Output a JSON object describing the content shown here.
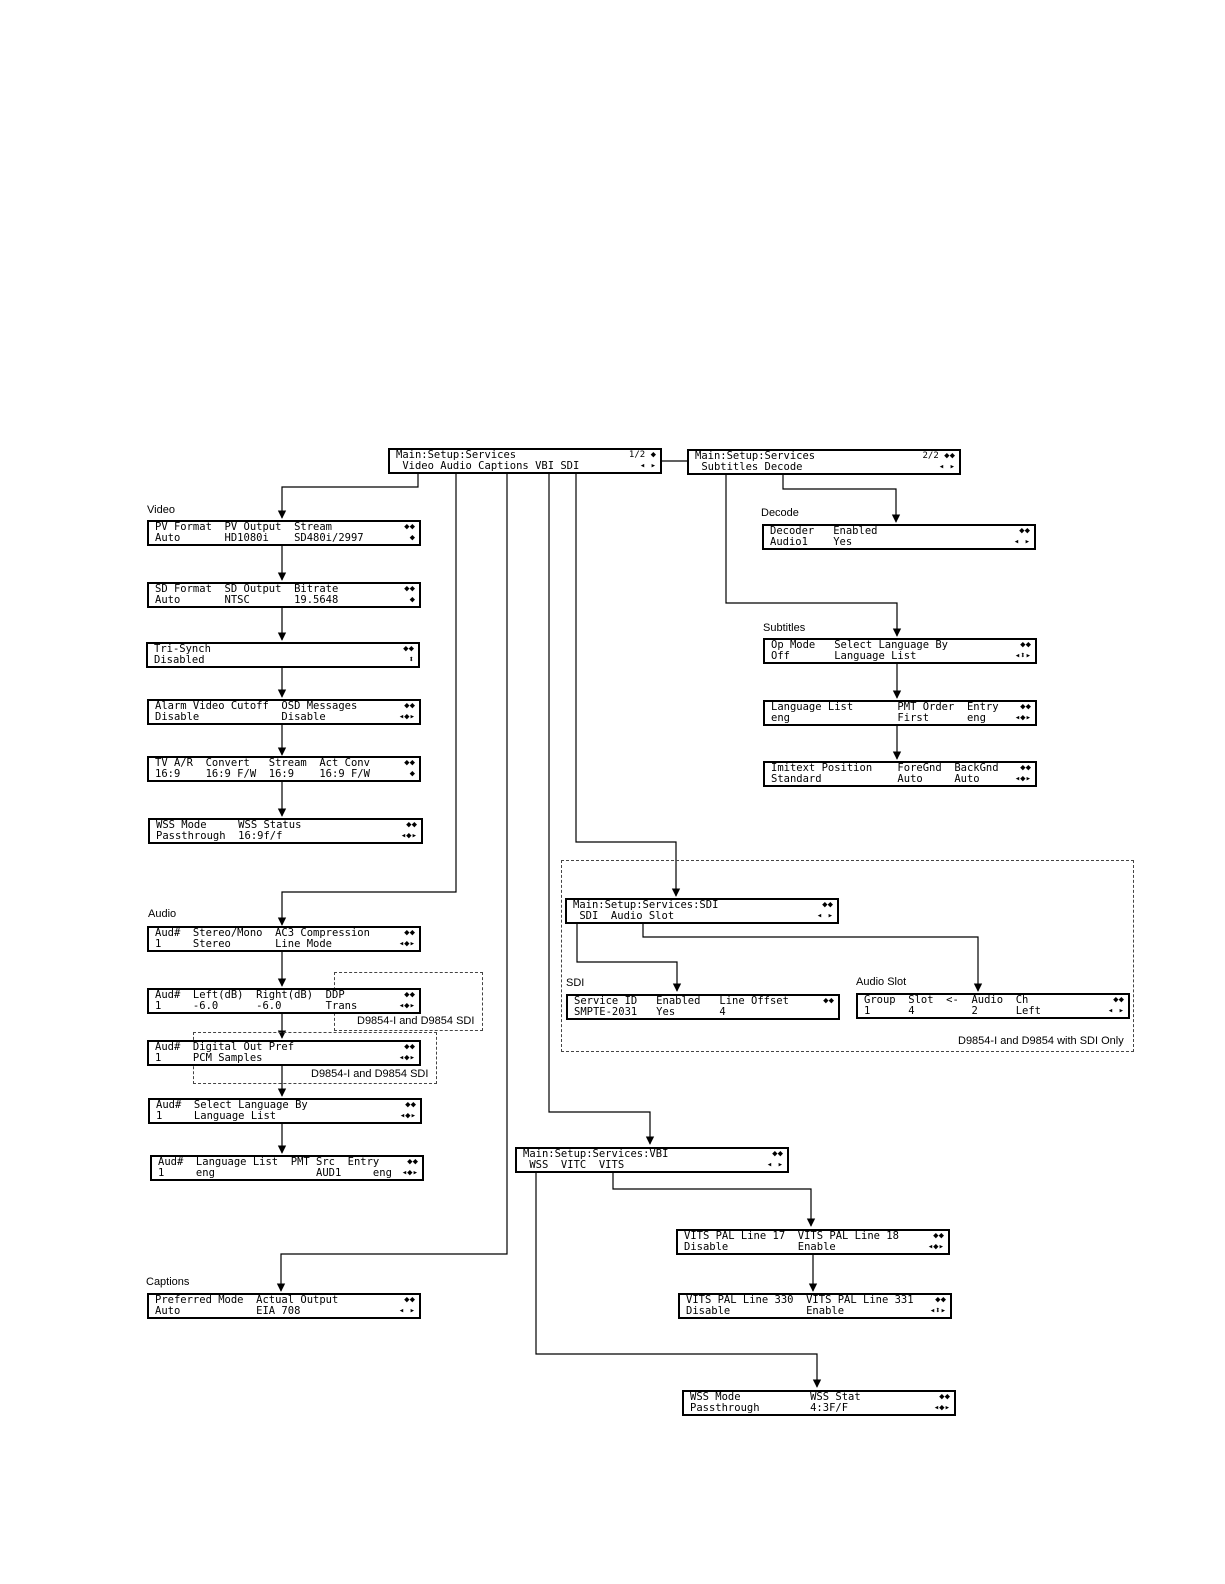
{
  "screens": [
    {
      "id": "svc1",
      "l1": "Main:Setup:Services",
      "l2": " Video Audio Captions VBI SDI",
      "n1": "1/2 ◆",
      "n2": "◂ ▸"
    },
    {
      "id": "svc2",
      "l1": "Main:Setup:Services",
      "l2": " Subtitles Decode",
      "n1": "2/2 ◆◆",
      "n2": "◂ ▸"
    },
    {
      "id": "v1",
      "l1": "PV Format  PV Output  Stream",
      "l2": "Auto       HD1080i    SD480i/2997",
      "n1": "◆◆",
      "n2": "◆"
    },
    {
      "id": "v2",
      "l1": "SD Format  SD Output  Bitrate",
      "l2": "Auto       NTSC       19.5648",
      "n1": "◆◆",
      "n2": "◆"
    },
    {
      "id": "v3",
      "l1": "Tri-Synch",
      "l2": "Disabled",
      "n1": "◆◆",
      "n2": "⬍"
    },
    {
      "id": "v4",
      "l1": "Alarm Video Cutoff  OSD Messages",
      "l2": "Disable             Disable",
      "n1": "◆◆",
      "n2": "◂◆▸"
    },
    {
      "id": "v5",
      "l1": "TV A/R  Convert   Stream  Act Conv",
      "l2": "16:9    16:9 F/W  16:9    16:9 F/W",
      "n1": "◆◆",
      "n2": "◆"
    },
    {
      "id": "v6",
      "l1": "WSS Mode     WSS Status",
      "l2": "Passthrough  16:9f/f",
      "n1": "◆◆",
      "n2": "◂◆▸"
    },
    {
      "id": "a1",
      "l1": "Aud#  Stereo/Mono  AC3 Compression",
      "l2": "1     Stereo       Line Mode",
      "n1": "◆◆",
      "n2": "◂◆▸"
    },
    {
      "id": "a2",
      "l1": "Aud#  Left(dB)  Right(dB)  DDP",
      "l2": "1     -6.0      -6.0       Trans",
      "n1": "◆◆",
      "n2": "◂◆▸"
    },
    {
      "id": "a3",
      "l1": "Aud#  Digital Out Pref",
      "l2": "1     PCM Samples",
      "n1": "◆◆",
      "n2": "◂◆▸"
    },
    {
      "id": "a4",
      "l1": "Aud#  Select Language By",
      "l2": "1     Language List",
      "n1": "◆◆",
      "n2": "◂◆▸"
    },
    {
      "id": "a5",
      "l1": "Aud#  Language List  PMT Src  Entry",
      "l2": "1     eng                AUD1     eng",
      "n1": "◆◆",
      "n2": "◂◆▸"
    },
    {
      "id": "c1",
      "l1": "Preferred Mode  Actual Output",
      "l2": "Auto            EIA 708",
      "n1": "◆◆",
      "n2": "◂ ▸"
    },
    {
      "id": "d1",
      "l1": "Decoder   Enabled",
      "l2": "Audio1    Yes",
      "n1": "◆◆",
      "n2": "◂ ▸"
    },
    {
      "id": "s1",
      "l1": "Op Mode   Select Language By",
      "l2": "Off       Language List",
      "n1": "◆◆",
      "n2": "◂⬍▸"
    },
    {
      "id": "s2",
      "l1": "Language List       PMT Order  Entry",
      "l2": "eng                 First      eng",
      "n1": "◆◆",
      "n2": "◂◆▸"
    },
    {
      "id": "s3",
      "l1": "Imitext Position    ForeGnd  BackGnd",
      "l2": "Standard            Auto     Auto",
      "n1": "◆◆",
      "n2": "◂◆▸"
    },
    {
      "id": "sdi",
      "l1": "Main:Setup:Services:SDI",
      "l2": " SDI  Audio Slot",
      "n1": "◆◆",
      "n2": "◂ ▸"
    },
    {
      "id": "sdi1",
      "l1": "Service ID   Enabled   Line Offset",
      "l2": "SMPTE-2031   Yes       4",
      "n1": "◆◆",
      "n2": ""
    },
    {
      "id": "slot1",
      "l1": "Group  Slot  <-  Audio  Ch",
      "l2": "1      4         2      Left",
      "n1": "◆◆",
      "n2": "◂ ▸"
    },
    {
      "id": "vbi",
      "l1": "Main:Setup:Services:VBI",
      "l2": " WSS  VITC  VITS",
      "n1": "◆◆",
      "n2": "◂ ▸"
    },
    {
      "id": "vits1",
      "l1": "VITS PAL Line 17  VITS PAL Line 18",
      "l2": "Disable           Enable",
      "n1": "◆◆",
      "n2": "◂◆▸"
    },
    {
      "id": "vits2",
      "l1": "VITS PAL Line 330  VITS PAL Line 331",
      "l2": "Disable            Enable",
      "n1": "◆◆",
      "n2": "◂⬍▸"
    },
    {
      "id": "wss",
      "l1": "WSS Mode           WSS Stat",
      "l2": "Passthrough        4:3F/F",
      "n1": "◆◆",
      "n2": "◂◆▸"
    }
  ],
  "labels": {
    "video": "Video",
    "audio": "Audio",
    "captions": "Captions",
    "decode": "Decode",
    "subtitles": "Subtitles",
    "sdi": "SDI",
    "audio_slot": "Audio Slot"
  },
  "notes": {
    "ddp": "D9854-I and D9854 SDI",
    "digital_out": "D9854-I and D9854 SDI",
    "sdi_only": "D9854-I and D9854 with SDI Only"
  }
}
